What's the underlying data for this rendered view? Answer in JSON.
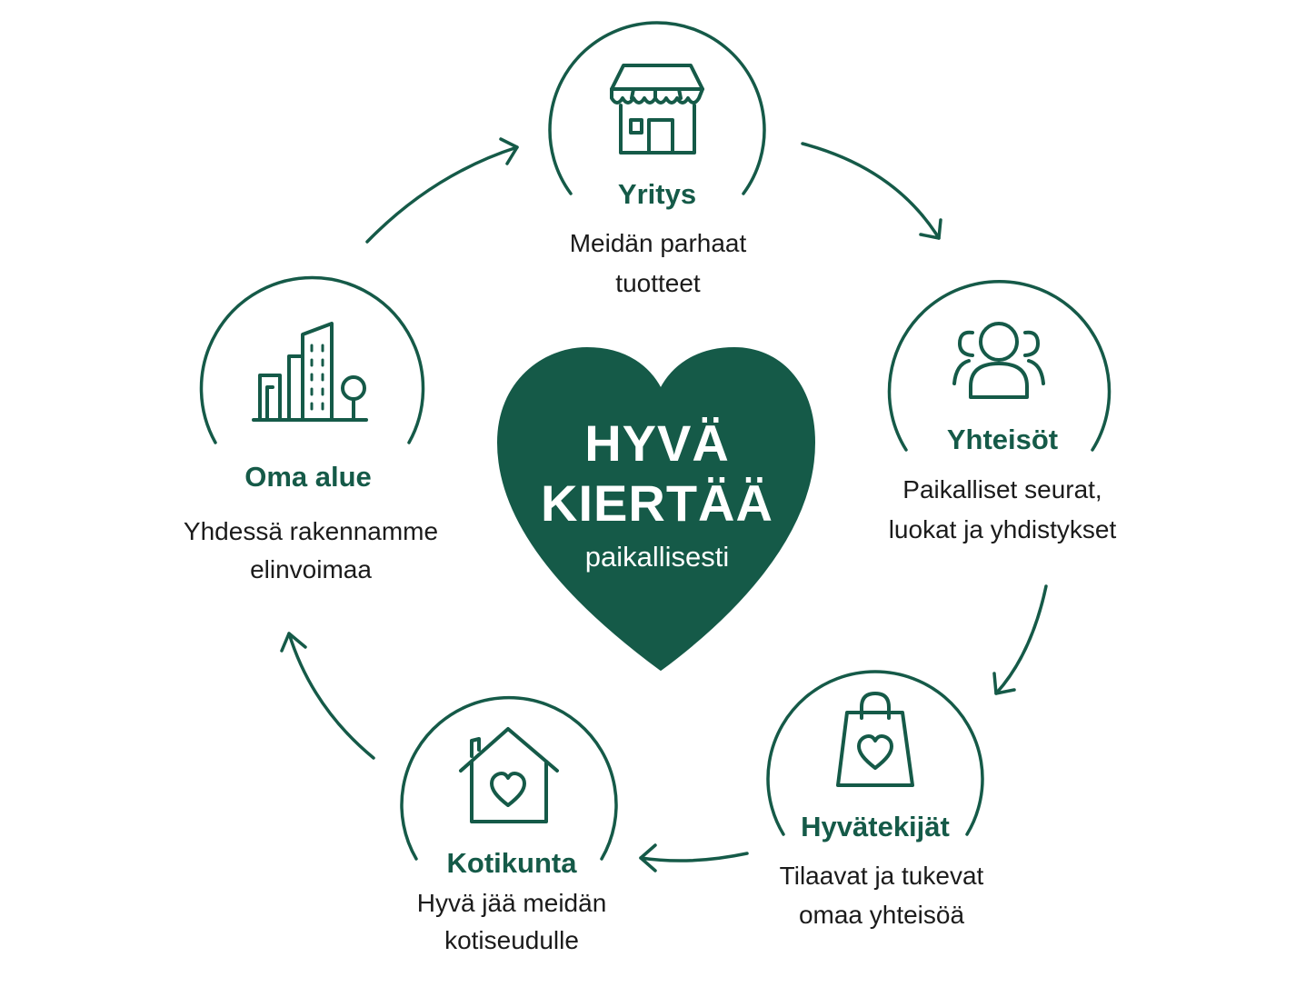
{
  "colors": {
    "primary": "#155a48",
    "heart": "#155a48",
    "text": "#1b1b1b",
    "background": "#ffffff"
  },
  "center": {
    "title_line1": "HYVÄ",
    "title_line2": "KIERTÄÄ",
    "subtitle": "paikallisesti"
  },
  "nodes": [
    {
      "id": "yritys",
      "icon": "storefront-icon",
      "title": "Yritys",
      "desc_line1": "Meidän parhaat",
      "desc_line2": "tuotteet"
    },
    {
      "id": "yhteisot",
      "icon": "people-group-icon",
      "title": "Yhteisöt",
      "desc_line1": "Paikalliset seurat,",
      "desc_line2": "luokat ja yhdistykset"
    },
    {
      "id": "hyvatekijat",
      "icon": "shopping-bag-heart-icon",
      "title": "Hyvätekijät",
      "desc_line1": "Tilaavat ja tukevat",
      "desc_line2": "omaa yhteisöä"
    },
    {
      "id": "kotikunta",
      "icon": "house-heart-icon",
      "title": "Kotikunta",
      "desc_line1": "Hyvä jää meidän",
      "desc_line2": "kotiseudulle"
    },
    {
      "id": "oma-alue",
      "icon": "city-buildings-icon",
      "title": "Oma alue",
      "desc_line1": "Yhdessä rakennamme",
      "desc_line2": "elinvoimaa"
    }
  ]
}
